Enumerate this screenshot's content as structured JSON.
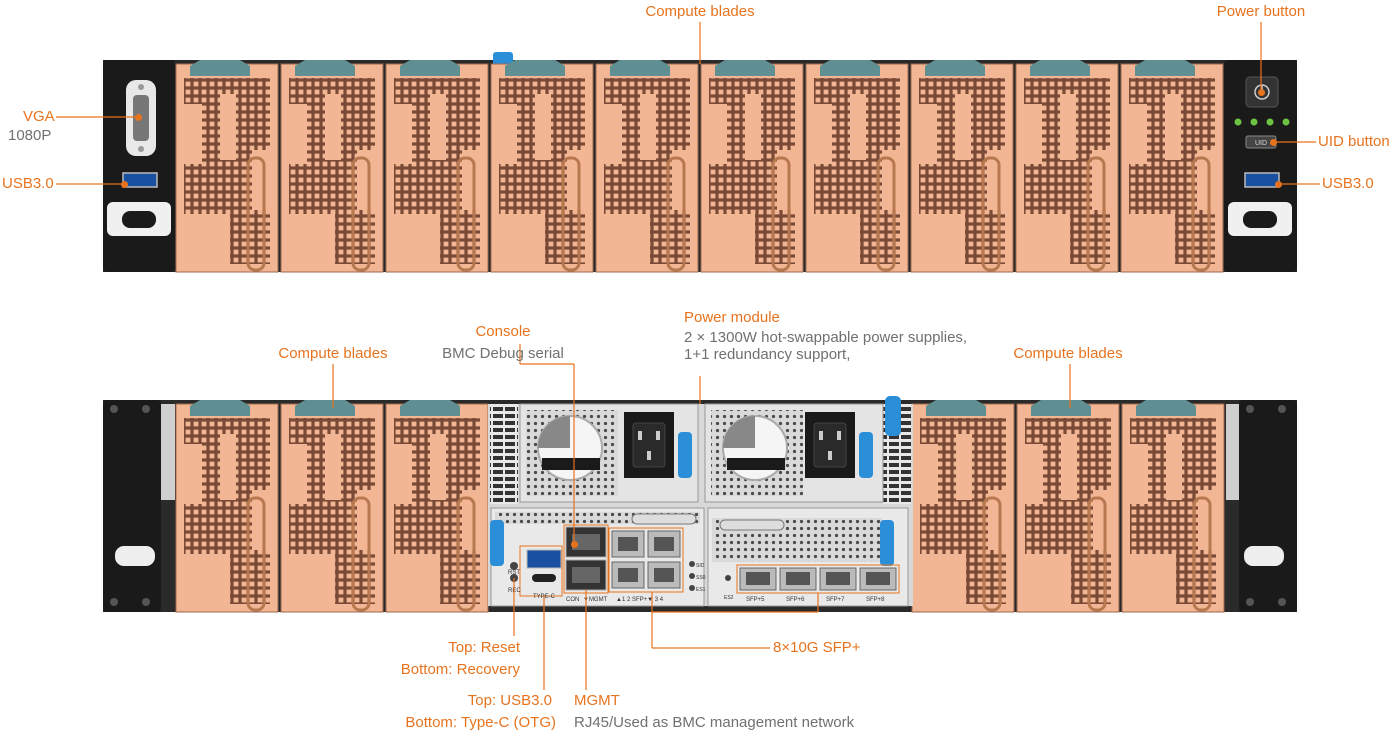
{
  "colors": {
    "accent": "#e8731e",
    "blade": "#f2b694",
    "bladeGrid": "#7a4a36",
    "bezel": "#1a1a1a",
    "latch": "#5f8f93",
    "psuLatch": "#2a8fd8"
  },
  "front": {
    "compute_blades": "Compute blades",
    "power_button": "Power button",
    "vga": "VGA",
    "vga_res": "1080P",
    "usb_left": "USB3.0",
    "uid_button": "UID button",
    "usb_right": "USB3.0",
    "uid_tag": "UID",
    "blade_count": 10
  },
  "rear": {
    "console": "Console",
    "console_sub": "BMC Debug serial",
    "compute_blades_left": "Compute blades",
    "compute_blades_right": "Compute blades",
    "power_module": "Power module",
    "power_line1": "2 × 1300W hot-swappable power supplies,",
    "power_line2": "1+1 redundancy support,",
    "reset_top": "Top: Reset",
    "reset_bottom": "Bottom: Recovery",
    "usb_top": "Top: USB3.0",
    "usb_bottom": "Bottom: Type-C (OTG)",
    "mgmt": "MGMT",
    "mgmt_sub": "RJ45/Used as BMC management network",
    "sfp": "8×10G SFP+",
    "port_tags": {
      "rst": "RST",
      "rec": "REC",
      "typec": "TYPE-C",
      "con": "CON",
      "mgmt": "▼MGMT",
      "sfp_top": "▲1  2  SFP+▼  3  4",
      "sfp5": "SFP+5",
      "sfp6": "SFP+6",
      "sfp7": "SFP+7",
      "sfp8": "SFP+8",
      "es2": "ES2",
      "sid": "SID",
      "ss0": "SS0",
      "es1": "ES1"
    }
  }
}
